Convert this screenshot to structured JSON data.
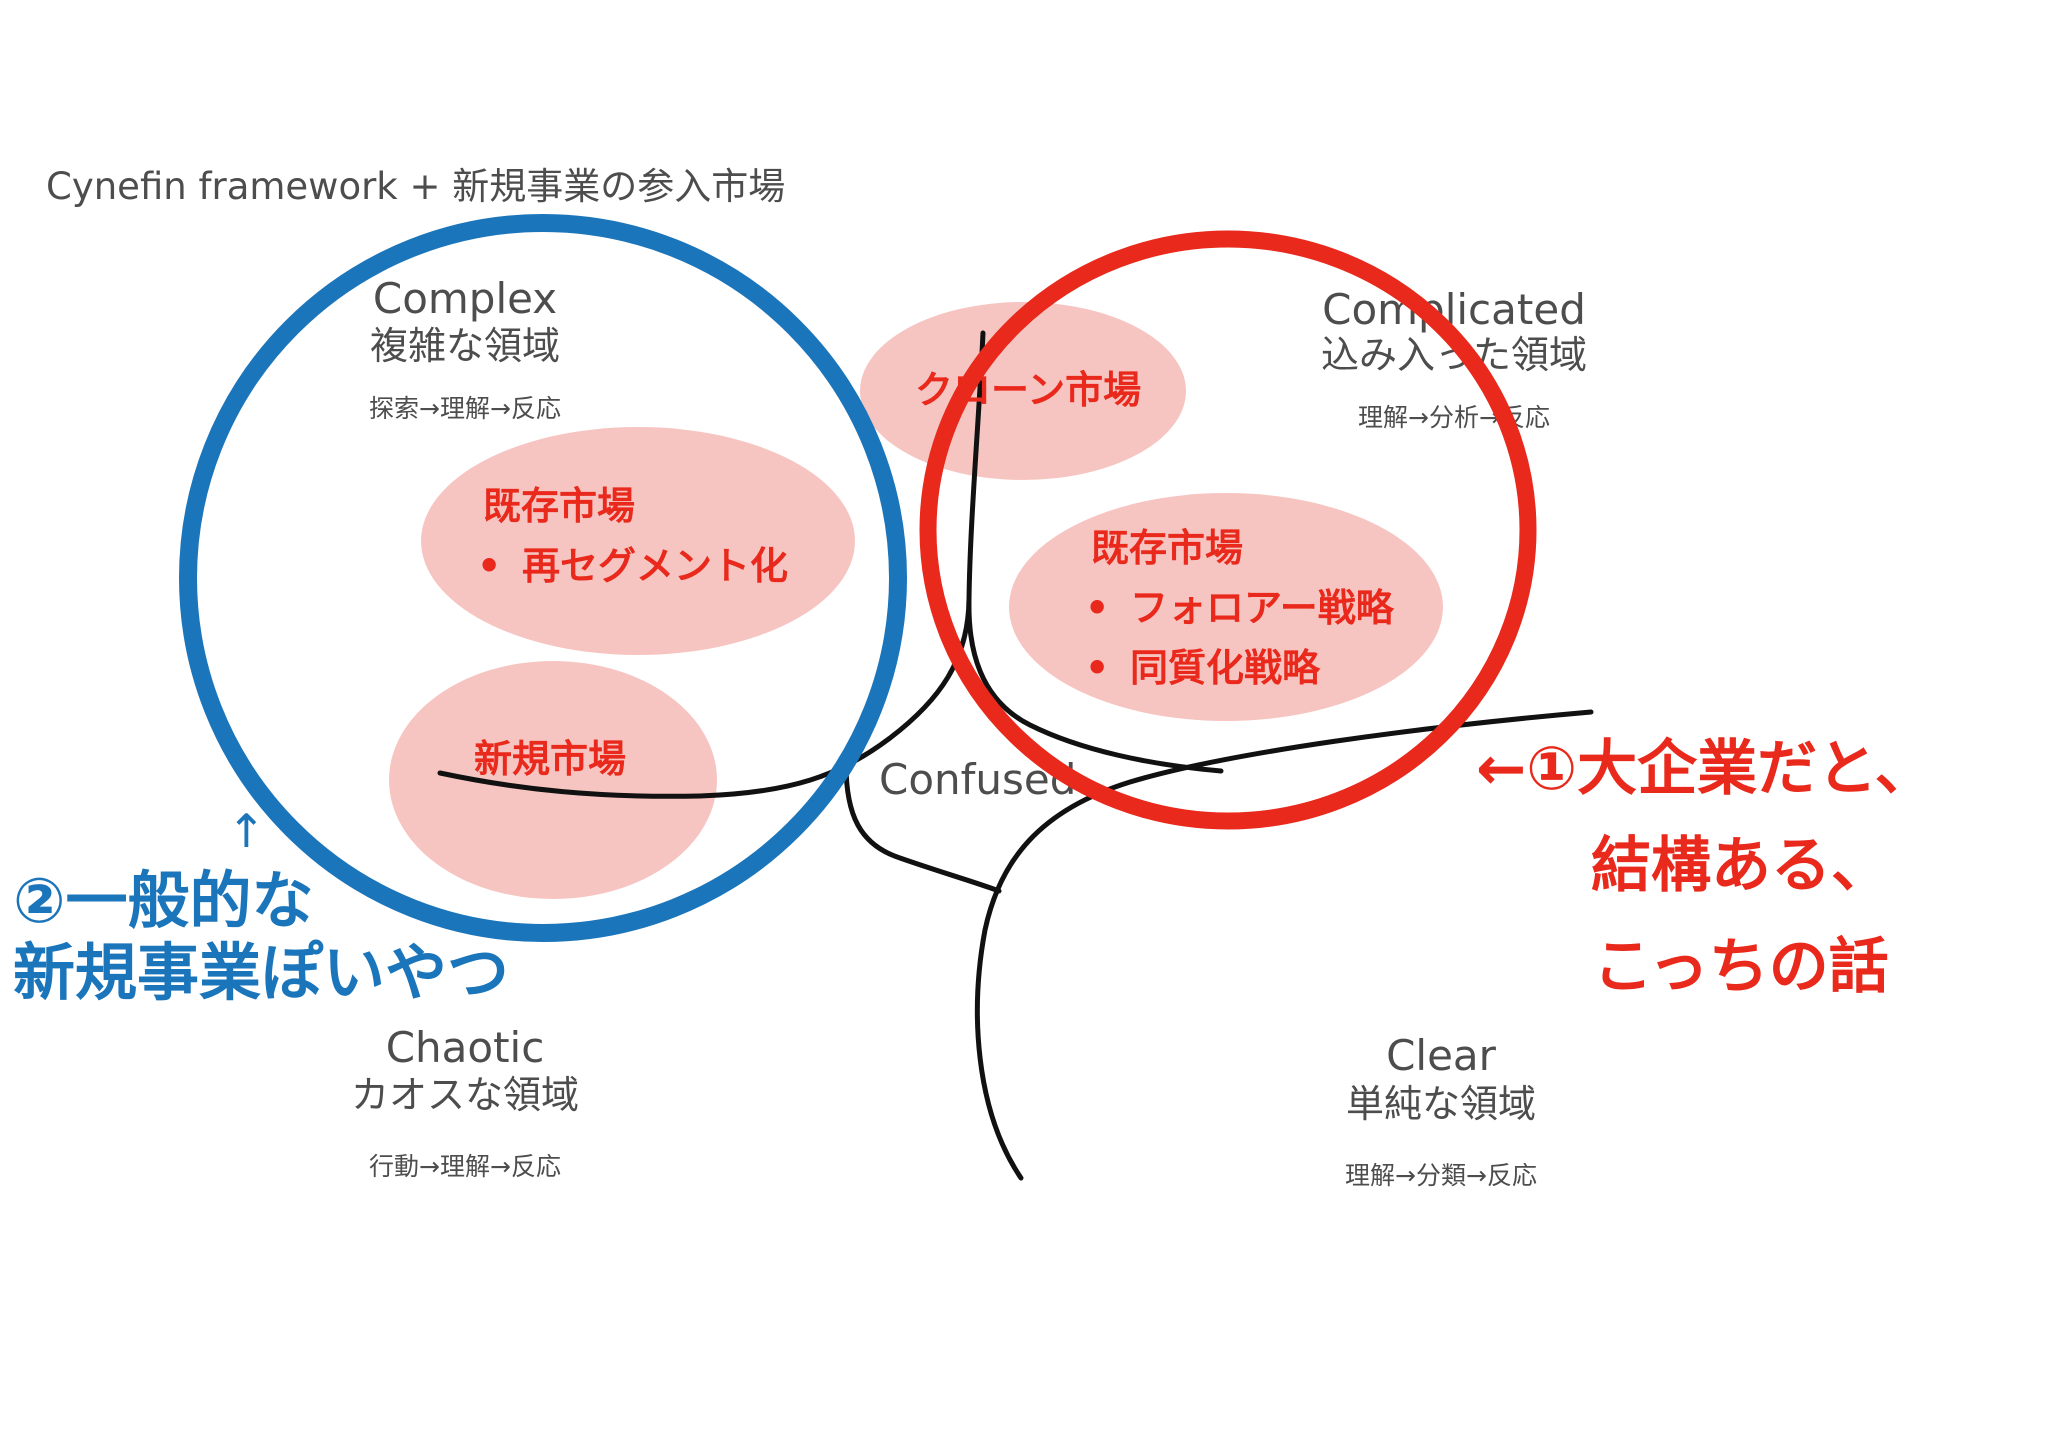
{
  "title": "Cynefin framework + 新規事業の参入市場",
  "domains": {
    "complex": {
      "name": "Complex",
      "label": "複雑な領域",
      "process": "探索→理解→反応"
    },
    "complicated": {
      "name": "Complicated",
      "label": "込み入った領域",
      "process": "理解→分析→反応"
    },
    "chaotic": {
      "name": "Chaotic",
      "label": "カオスな領域",
      "process": "行動→理解→反応"
    },
    "clear": {
      "name": "Clear",
      "label": "単純な領域",
      "process": "理解→分類→反応"
    },
    "confused": {
      "name": "Confused"
    }
  },
  "markets": {
    "bullet": "•",
    "clone": {
      "title": "クローン市場"
    },
    "existing_complex": {
      "title": "既存市場",
      "items": [
        "再セグメント化"
      ]
    },
    "new": {
      "title": "新規市場"
    },
    "existing_complicated": {
      "title": "既存市場",
      "items": [
        "フォロアー戦略",
        "同質化戦略"
      ]
    }
  },
  "annotations": {
    "large_company": {
      "lines": [
        "←①大企業だと、",
        "結構ある、",
        "こっちの話"
      ]
    },
    "general_new_business": {
      "arrow": "↑",
      "lines": [
        "②一般的な",
        "新規事業ぽいやつ"
      ]
    }
  },
  "colors": {
    "blue": "#1b75bb",
    "red": "#e8291c",
    "pink": "#f7c5c1",
    "text_gray": "#4d4d4d",
    "line": "#111111"
  }
}
